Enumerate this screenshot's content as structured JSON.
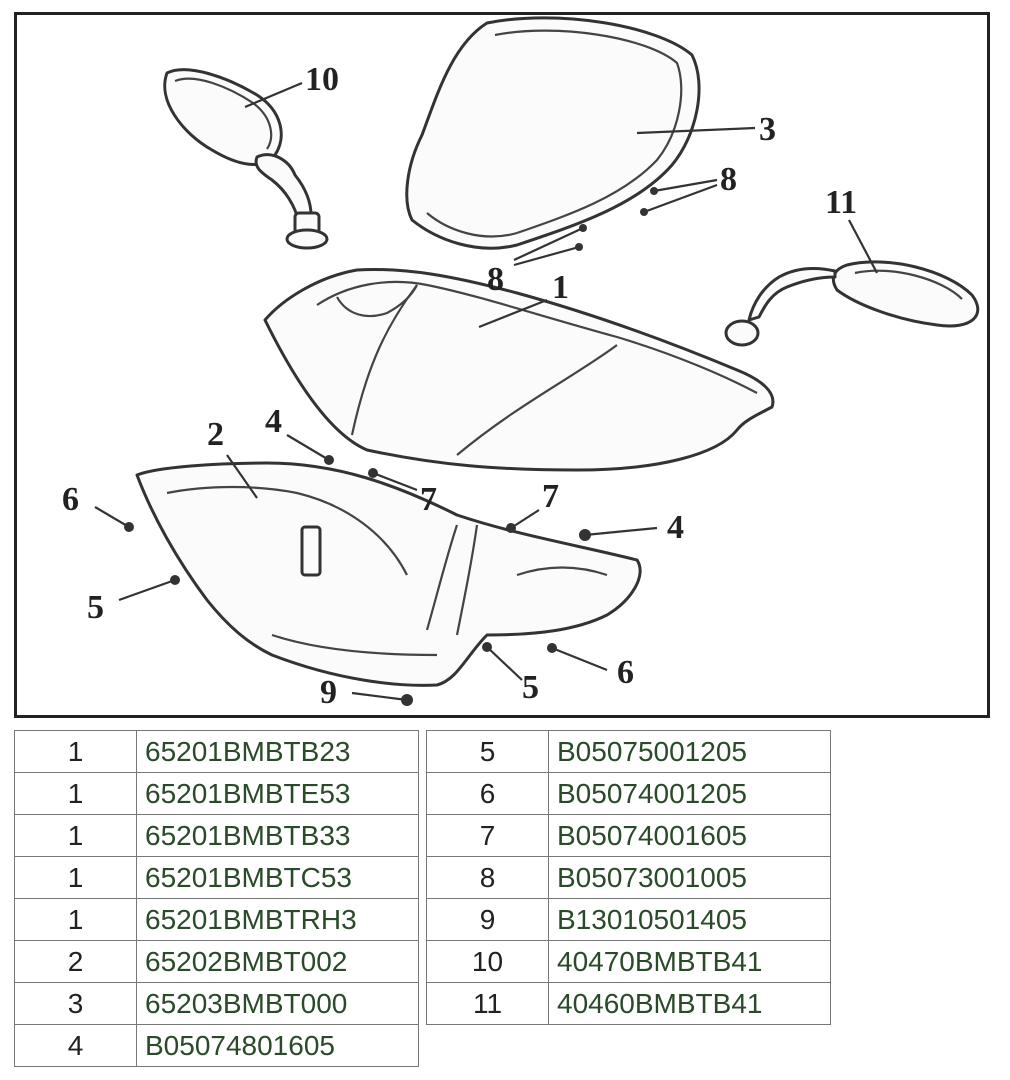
{
  "diagram": {
    "callouts": [
      {
        "id": "10",
        "text": "10"
      },
      {
        "id": "3",
        "text": "3"
      },
      {
        "id": "8a",
        "text": "8"
      },
      {
        "id": "8b",
        "text": "8"
      },
      {
        "id": "11",
        "text": "11"
      },
      {
        "id": "1",
        "text": "1"
      },
      {
        "id": "2",
        "text": "2"
      },
      {
        "id": "4a",
        "text": "4"
      },
      {
        "id": "7a",
        "text": "7"
      },
      {
        "id": "7b",
        "text": "7"
      },
      {
        "id": "4b",
        "text": "4"
      },
      {
        "id": "6a",
        "text": "6"
      },
      {
        "id": "5a",
        "text": "5"
      },
      {
        "id": "5b",
        "text": "5"
      },
      {
        "id": "6b",
        "text": "6"
      },
      {
        "id": "9",
        "text": "9"
      }
    ]
  },
  "parts_table_left": [
    {
      "ref": "1",
      "part_number": "65201BMBTB23"
    },
    {
      "ref": "1",
      "part_number": "65201BMBTE53"
    },
    {
      "ref": "1",
      "part_number": "65201BMBTB33"
    },
    {
      "ref": "1",
      "part_number": "65201BMBTC53"
    },
    {
      "ref": "1",
      "part_number": "65201BMBTRH3"
    },
    {
      "ref": "2",
      "part_number": "65202BMBT002"
    },
    {
      "ref": "3",
      "part_number": "65203BMBT000"
    },
    {
      "ref": "4",
      "part_number": "B05074801605"
    }
  ],
  "parts_table_right": [
    {
      "ref": "5",
      "part_number": "B05075001205"
    },
    {
      "ref": "6",
      "part_number": "B05074001205"
    },
    {
      "ref": "7",
      "part_number": "B05074001605"
    },
    {
      "ref": "8",
      "part_number": "B05073001005"
    },
    {
      "ref": "9",
      "part_number": "B13010501405"
    },
    {
      "ref": "10",
      "part_number": "40470BMBTB41"
    },
    {
      "ref": "11",
      "part_number": "40460BMBTB41"
    }
  ]
}
